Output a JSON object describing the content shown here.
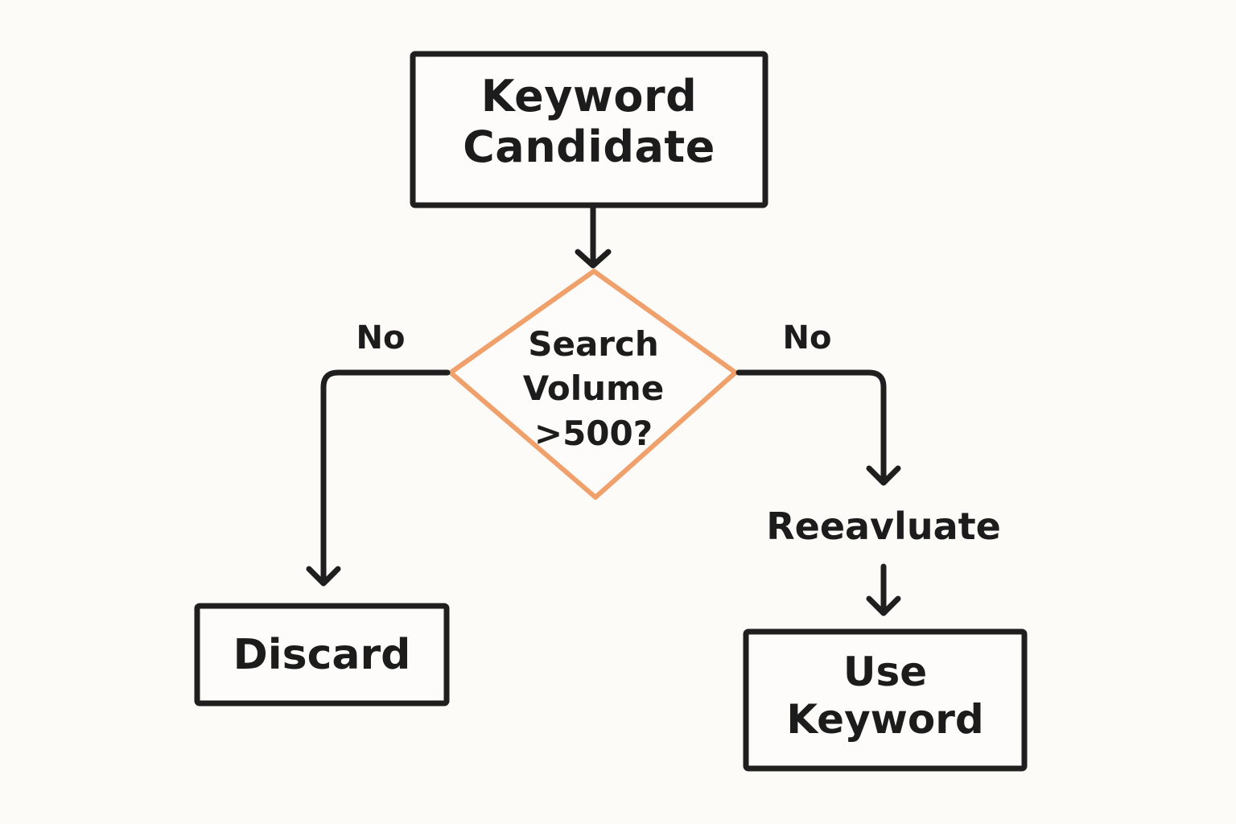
{
  "diagram": {
    "type": "flowchart",
    "colors": {
      "background": "#fcfbf8",
      "stroke": "#1f1f1f",
      "decision_outline": "#f0a06a",
      "text": "#1c1c1c"
    },
    "nodes": {
      "start": {
        "shape": "rectangle",
        "line1": "Keyword",
        "line2": "Candidate"
      },
      "decision": {
        "shape": "diamond",
        "line1": "Search",
        "line2": "Volume",
        "line3": ">500?"
      },
      "reevaluate": {
        "shape": "plain-text",
        "label": "Reeavluate"
      },
      "discard": {
        "shape": "rectangle",
        "label": "Discard"
      },
      "use_keyword": {
        "shape": "rectangle",
        "line1": "Use",
        "line2": "Keyword"
      }
    },
    "edges": [
      {
        "from": "start",
        "to": "decision",
        "label": ""
      },
      {
        "from": "decision",
        "to": "discard",
        "label": "No"
      },
      {
        "from": "decision",
        "to": "reevaluate",
        "label": "No"
      },
      {
        "from": "reevaluate",
        "to": "use_keyword",
        "label": ""
      }
    ]
  }
}
